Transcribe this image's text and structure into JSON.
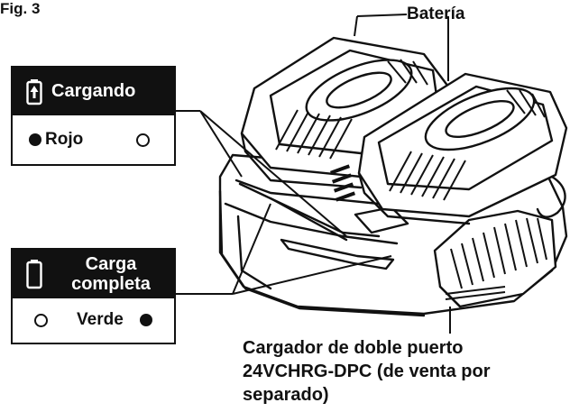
{
  "figure_label": "Fig. 3",
  "battery_label": "Batería",
  "charging_box": {
    "header": "Cargando",
    "status_text": "Rojo",
    "icon": "battery-charging-icon"
  },
  "full_box": {
    "header_line1": "Carga",
    "header_line2": "completa",
    "status_text": "Verde",
    "icon": "battery-empty-icon"
  },
  "charger_caption": {
    "line1": "Cargador de doble puerto",
    "line2": "24VCHRG-DPC (de venta por",
    "line3": "separado)"
  }
}
